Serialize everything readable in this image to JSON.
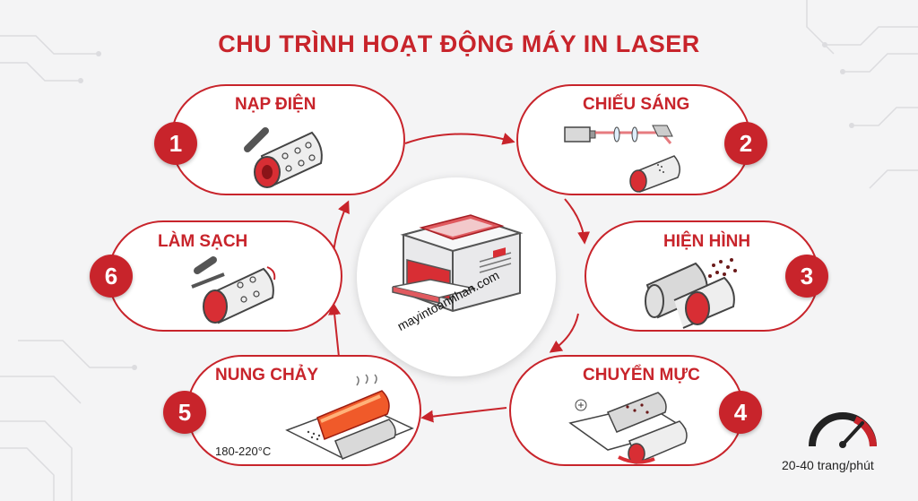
{
  "title": "CHU TRÌNH HOẠT ĐỘNG MÁY IN LASER",
  "website": "mayintoannhan.com",
  "steps": [
    {
      "number": "1",
      "label": "NẠP ĐIỆN"
    },
    {
      "number": "2",
      "label": "CHIẾU SÁNG"
    },
    {
      "number": "3",
      "label": "HIỆN HÌNH"
    },
    {
      "number": "4",
      "label": "CHUYỂN MỰC"
    },
    {
      "number": "5",
      "label": "NUNG CHẢY",
      "note": "180-220°C"
    },
    {
      "number": "6",
      "label": "LÀM SẠCH"
    }
  ],
  "speed": "20-40 trang/phút",
  "icons": [
    "charging-roller-icon",
    "laser-scanner-icon",
    "toner-drum-icon",
    "transfer-roller-icon",
    "fuser-roller-icon",
    "cleaning-blade-icon",
    "printer-icon",
    "speedometer-icon"
  ],
  "colors": {
    "accent": "#c8242b",
    "background": "#f4f4f5"
  }
}
